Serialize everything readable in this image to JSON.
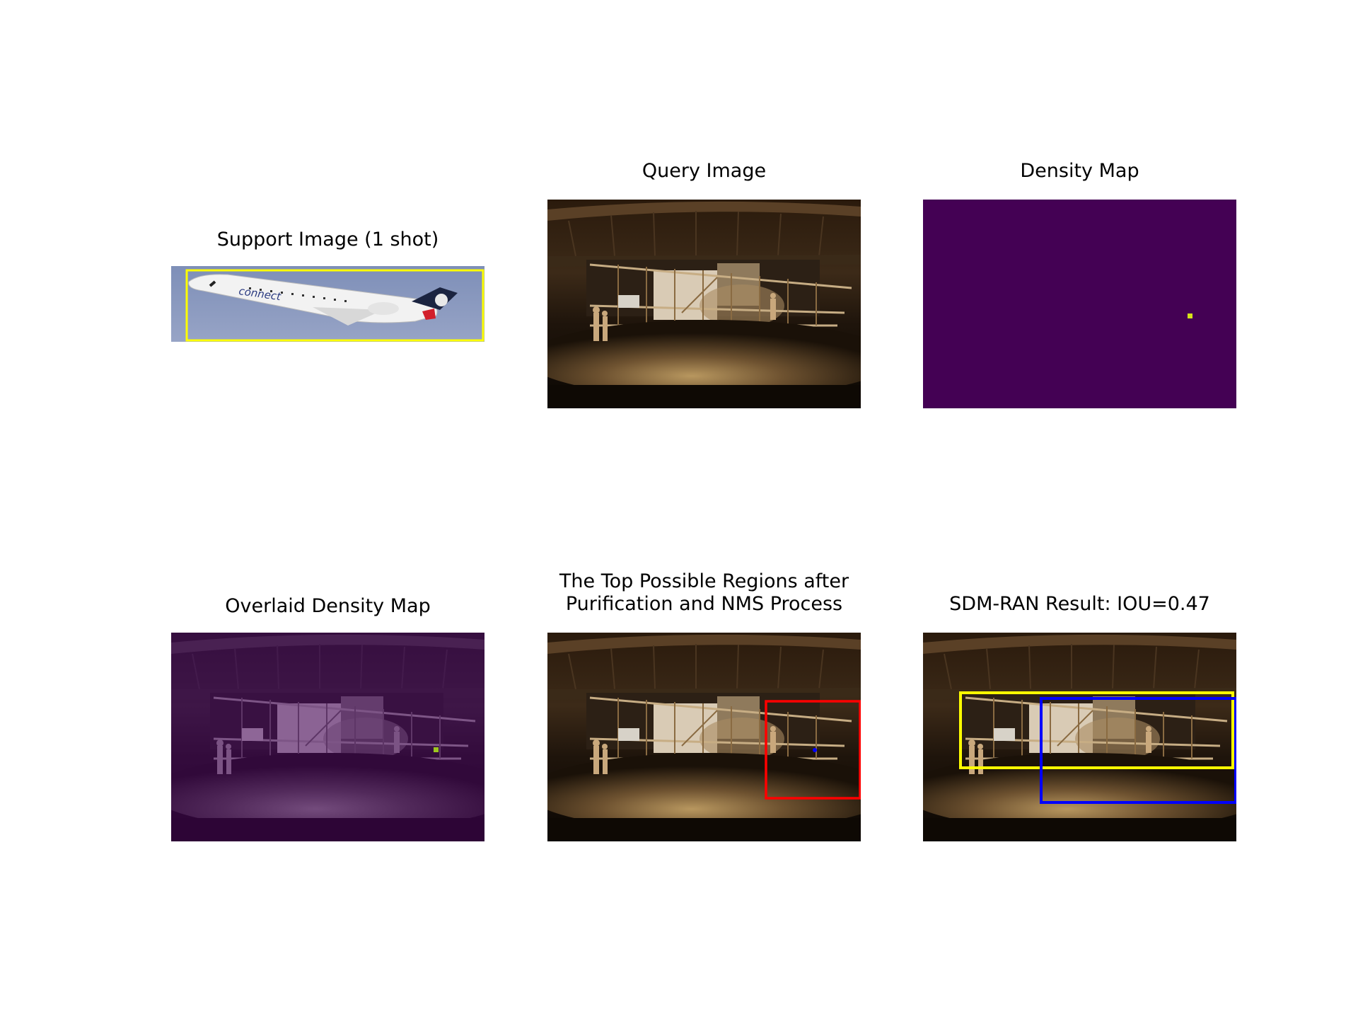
{
  "panels": {
    "support": {
      "title": "Support Image (1 shot)"
    },
    "query": {
      "title": "Query Image"
    },
    "density": {
      "title": "Density Map"
    },
    "overlaid": {
      "title": "Overlaid Density Map"
    },
    "regions": {
      "title_line1": "The Top Possible Regions after",
      "title_line2": "Purification and NMS Process"
    },
    "result": {
      "title": "SDM-RAN Result: IOU=0.47"
    }
  },
  "colors": {
    "support_box": "#ffff00",
    "density_background": "#440154",
    "density_peak": "#d5e21a",
    "region_box": "#ff0000",
    "ground_truth_box": "#ffff00",
    "prediction_box": "#0000ff"
  },
  "airliner_livery_text": "connect"
}
